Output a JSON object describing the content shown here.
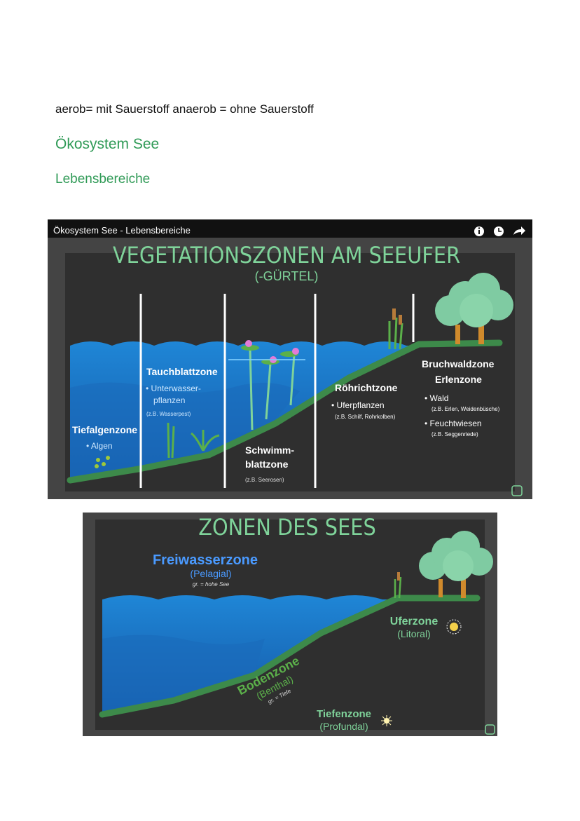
{
  "note": "aerob= mit Sauerstoff anaerob = ohne Sauerstoff",
  "heading": "Ökosystem See",
  "subheading": "Lebensbereiche",
  "video1": {
    "bar_title": "Ökosystem See - Lebensbereiche",
    "title": "VEGETATIONSZONEN AM SEEUFER",
    "subtitle": "(-GÜRTEL)",
    "zones": {
      "tiefalgen": {
        "name": "Tiefalgenzone",
        "bullet": "• Algen"
      },
      "tauchblatt": {
        "name": "Tauchblattzone",
        "bullet1": "• Unterwasser-",
        "bullet2": "pflanzen",
        "example": "(z.B. Wasserpest)"
      },
      "schwimm": {
        "name1": "Schwimm-",
        "name2": "blattzone",
        "example": "(z.B. Seerosen)"
      },
      "roehricht": {
        "name": "Röhrichtzone",
        "bullet": "• Uferpflanzen",
        "example": "(z.B. Schilf, Rohrkolben)"
      },
      "bruchwald": {
        "name1": "Bruchwaldzone",
        "name2": "Erlenzone",
        "bullet1": "• Wald",
        "example1": "(z.B. Erlen, Weidenbüsche)",
        "bullet2": "• Feuchtwiesen",
        "example2": "(z.B. Seggenriede)"
      }
    },
    "icons": [
      "info-icon",
      "clock-icon",
      "share-icon"
    ]
  },
  "video2": {
    "title": "ZONEN DES SEES",
    "freiwasser": {
      "name": "Freiwasserzone",
      "latin": "(Pelagial)",
      "gloss": "gr. = hohe See"
    },
    "ufer": {
      "name": "Uferzone",
      "latin": "(Litoral)"
    },
    "boden": {
      "name": "Bodenzone",
      "latin": "(Benthal)",
      "gloss": "gr. = Tiefe"
    },
    "tiefen": {
      "name": "Tiefenzone",
      "latin": "(Profundal)"
    }
  },
  "colors": {
    "heading": "#2f9a56",
    "board": "#3a3a3a",
    "water": "#1b74c4",
    "shore": "#3d8a4a",
    "title_green": "#7fd39a"
  }
}
